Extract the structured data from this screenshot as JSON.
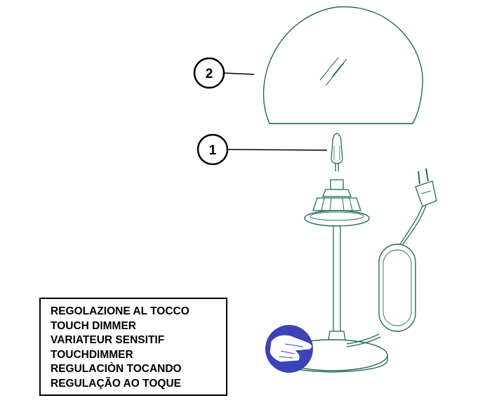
{
  "callouts": [
    {
      "number": "2",
      "part": "glass-shade"
    },
    {
      "number": "1",
      "part": "halogen-bulb"
    }
  ],
  "touch_dimmer_labels": [
    "REGOLAZIONE AL TOCCO",
    "TOUCH DIMMER",
    "VARIATEUR SENSITIF",
    "TOUCHDIMMER",
    "REGULACIÒN TOCANDO",
    "REGULAÇÃO AO TOQUE"
  ],
  "colors": {
    "line": "#1f6b5c",
    "hand_blue": "#3b43b8",
    "text": "#000000"
  }
}
